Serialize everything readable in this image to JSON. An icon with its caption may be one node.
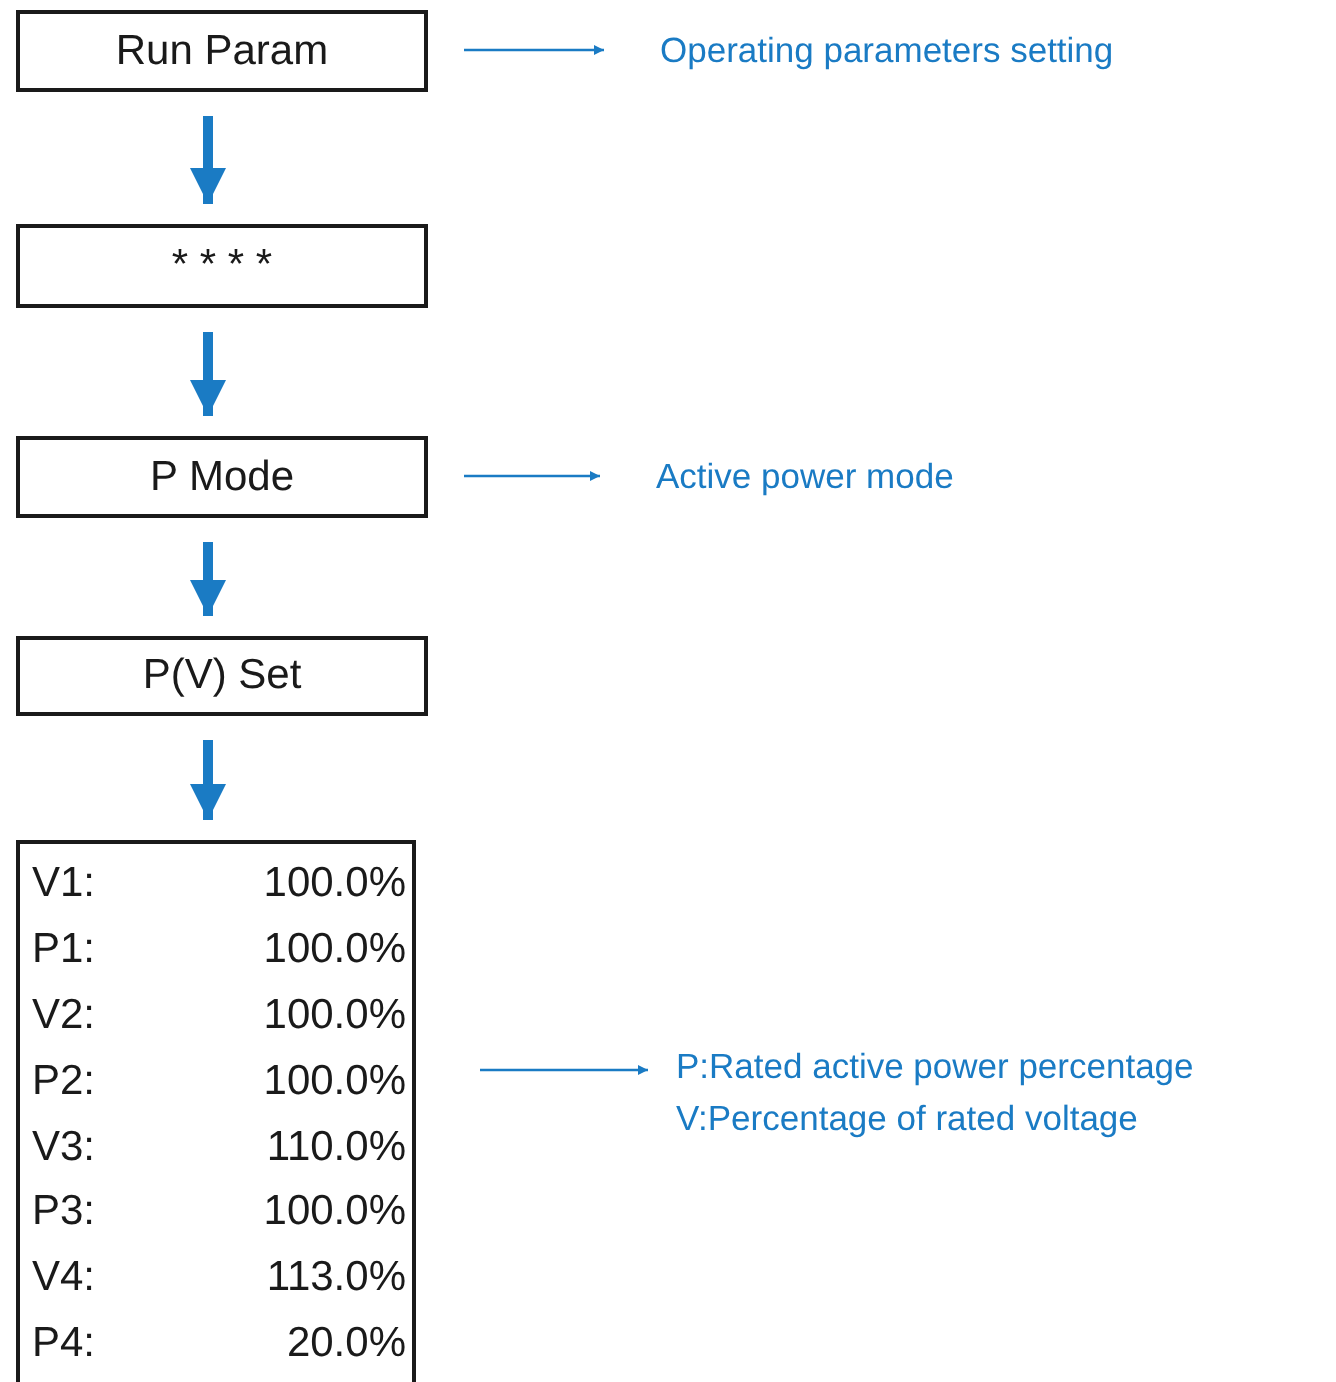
{
  "diagram": {
    "nodes": [
      {
        "text": [
          "Run Param"
        ]
      },
      {
        "text": [
          "Operating parameters setting"
        ]
      },
      {
        "text": [
          "* * * *"
        ]
      },
      {
        "text": [
          "P Mode"
        ]
      },
      {
        "text": [
          "Active power mode"
        ]
      },
      {
        "text": [
          "P(V) Set"
        ]
      },
      {
        "text": [
          "V1:",
          "100.0%",
          "P1:",
          "100.0%",
          "V2:",
          "100.0%",
          "P2:",
          "100.0%",
          "V3:",
          "110.0%",
          "P3:",
          "100.0%",
          "V4:",
          "113.0%",
          "P4:",
          "20.0%"
        ]
      },
      {
        "text": [
          "P:Rated active power percentage",
          "V:Percentage of rated voltage"
        ]
      }
    ],
    "edges": [
      {
        "from": 0,
        "to": 1,
        "arrow": "to"
      },
      {
        "from": 0,
        "to": 2,
        "arrow": "to"
      },
      {
        "from": 2,
        "to": 3,
        "arrow": "to"
      },
      {
        "from": 3,
        "to": 4,
        "arrow": "to"
      },
      {
        "from": 3,
        "to": 5,
        "arrow": "to"
      },
      {
        "from": 5,
        "to": 6,
        "arrow": "to"
      },
      {
        "from": 6,
        "to": 7,
        "arrow": "to"
      }
    ]
  }
}
